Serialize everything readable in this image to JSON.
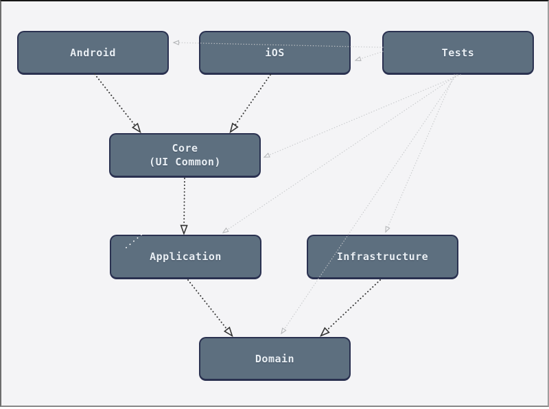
{
  "diagram": {
    "title": "module-dependency-diagram",
    "nodes": {
      "android": {
        "label": "Android"
      },
      "ios": {
        "label": "iOS"
      },
      "tests": {
        "label": "Tests"
      },
      "core": {
        "label": "Core",
        "sublabel": "(UI Common)"
      },
      "application": {
        "label": "Application"
      },
      "infrastructure": {
        "label": "Infrastructure"
      },
      "domain": {
        "label": "Domain"
      }
    },
    "edges": [
      {
        "from": "Android",
        "to": "Core (UI Common)",
        "style": "dotted-dark"
      },
      {
        "from": "iOS",
        "to": "Core (UI Common)",
        "style": "dotted-dark"
      },
      {
        "from": "Core (UI Common)",
        "to": "Application",
        "style": "dotted-dark"
      },
      {
        "from": "Application",
        "to": "Domain",
        "style": "dotted-dark"
      },
      {
        "from": "Infrastructure",
        "to": "Domain",
        "style": "dotted-dark"
      },
      {
        "from": "Tests",
        "to": "Android",
        "style": "dashed-light"
      },
      {
        "from": "Tests",
        "to": "iOS",
        "style": "dashed-light"
      },
      {
        "from": "Tests",
        "to": "Core (UI Common)",
        "style": "dashed-light"
      },
      {
        "from": "Tests",
        "to": "Application",
        "style": "dashed-light"
      },
      {
        "from": "Tests",
        "to": "Infrastructure",
        "style": "dashed-light"
      },
      {
        "from": "Tests",
        "to": "Domain",
        "style": "dashed-light"
      }
    ],
    "colors": {
      "background": "#f4f4f6",
      "node_fill": "#5d6f7f",
      "node_border": "#2a3150",
      "node_text": "#e9eff4",
      "dark_arrow": "#3a3a3a",
      "light_arrow": "#c6c8ca"
    }
  }
}
